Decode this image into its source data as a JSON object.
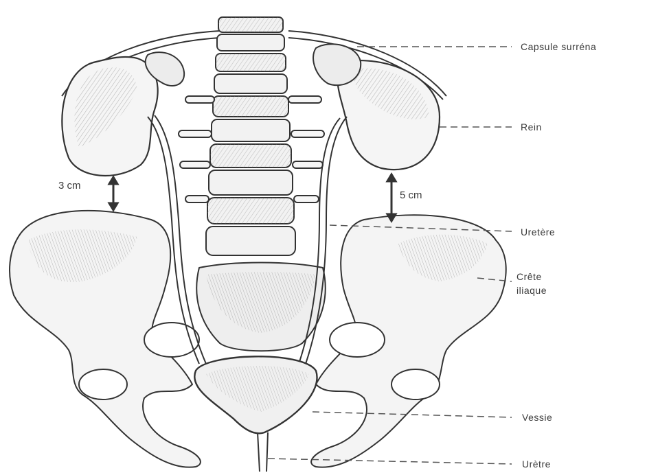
{
  "labels": {
    "capsule": "Capsule surréna",
    "rein": "Rein",
    "uretere": "Uretère",
    "crete_1": "Crête",
    "crete_2": "iliaque",
    "vessie": "Vessie",
    "uretre": "Urètre"
  },
  "measurements": {
    "left": "3 cm",
    "right": "5 cm"
  },
  "colors": {
    "ink": "#3a3a3a",
    "fill": "#f4f4f4",
    "shade": "#bdbdbd"
  }
}
